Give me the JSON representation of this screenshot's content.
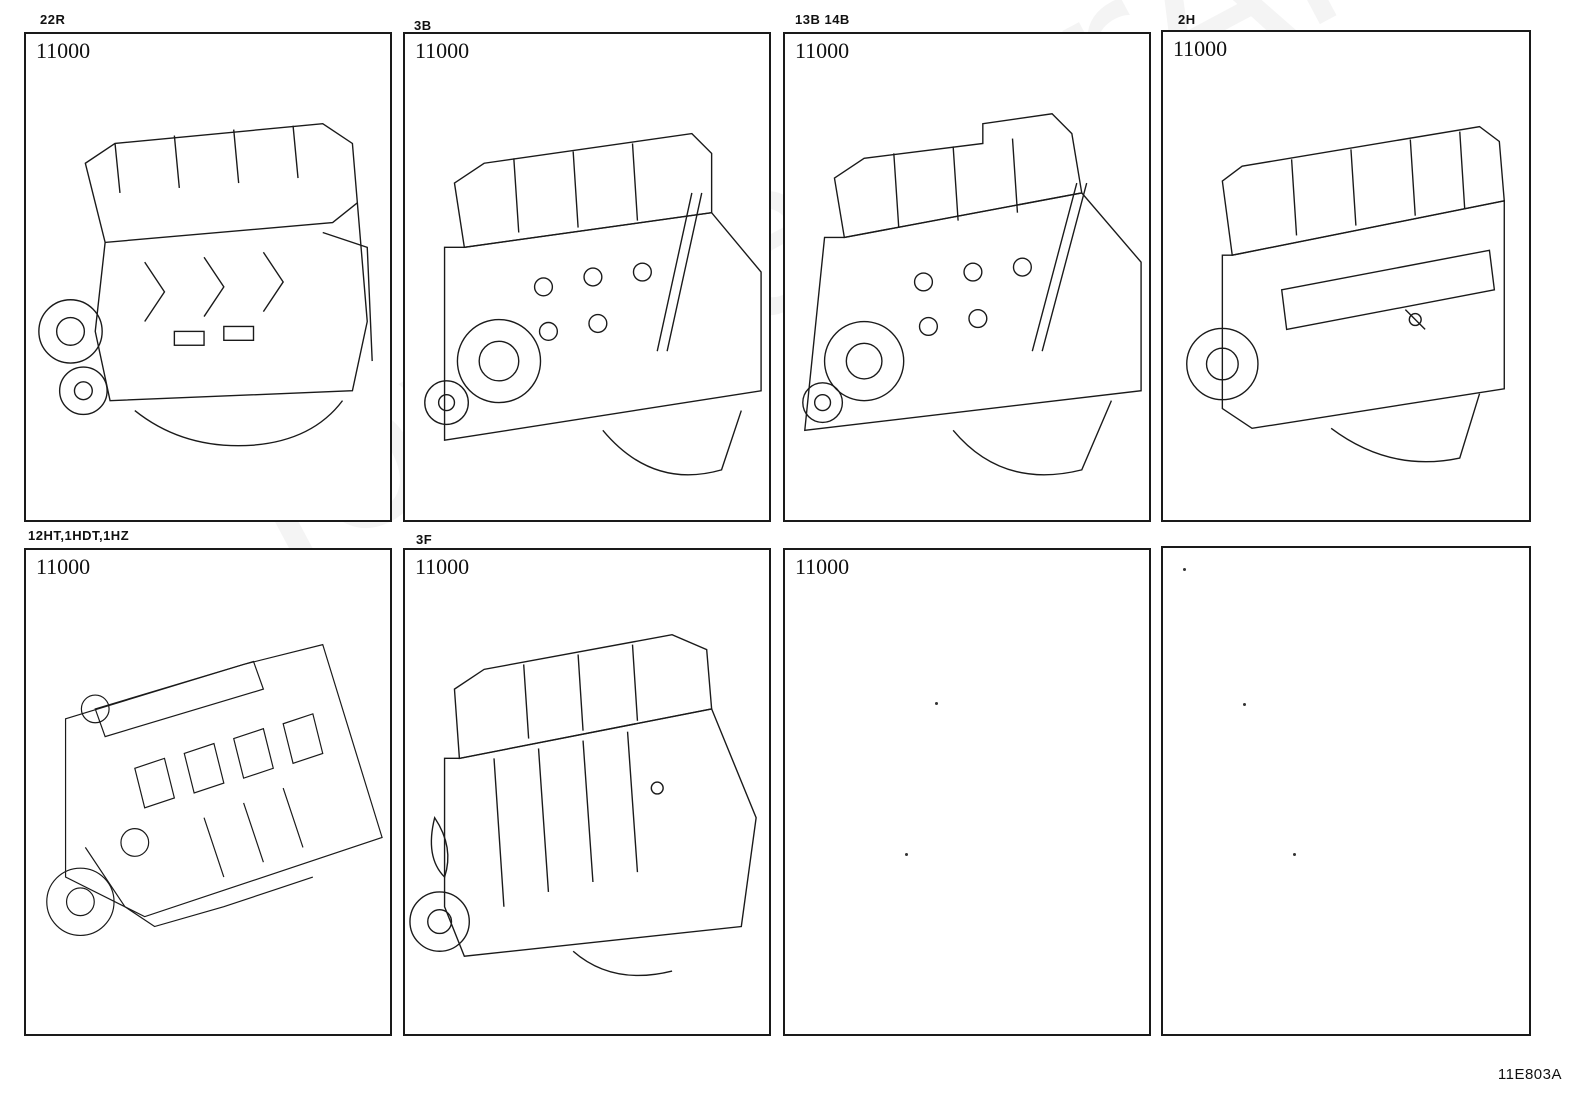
{
  "panels": [
    {
      "engine": "22R",
      "part": "11000"
    },
    {
      "engine": "3B",
      "part": "11000"
    },
    {
      "engine": "13B 14B",
      "part": "11000"
    },
    {
      "engine": "2H",
      "part": "11000"
    },
    {
      "engine": "12HT,1HDT,1HZ",
      "part": "11000"
    },
    {
      "engine": "3F",
      "part": "11000"
    },
    {
      "engine": "",
      "part": "11000"
    },
    {
      "engine": "",
      "part": ""
    }
  ],
  "diagram_ref": "11E803A",
  "icons": [
    "engine-assembly-icon"
  ],
  "colors": {
    "line": "#1a1a1a",
    "background": "#ffffff"
  }
}
